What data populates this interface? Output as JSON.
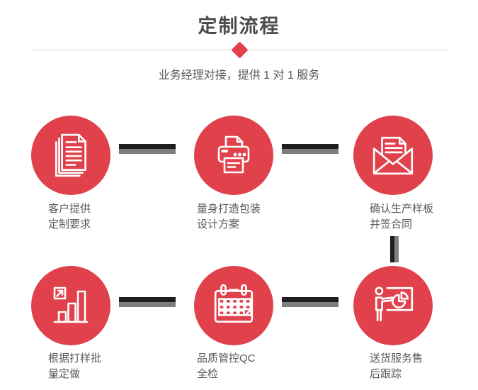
{
  "header": {
    "title": "定制流程",
    "subtitle": "业务经理对接，提供 1 对 1 服务"
  },
  "colors": {
    "accent_red": "#e0414b",
    "connector_black": "#1e1e1e",
    "connector_gray": "#7e7e7e",
    "title_text": "#4c4c4c",
    "body_text": "#595959",
    "divider": "#d4d4d4"
  },
  "steps": [
    {
      "icon": "documents-icon",
      "line1": "客户提供",
      "line2": "定制要求"
    },
    {
      "icon": "printer-icon",
      "line1": "量身打造包装",
      "line2": "设计方案"
    },
    {
      "icon": "envelope-letter-icon",
      "line1": "确认生产样板",
      "line2": "并签合同"
    },
    {
      "icon": "bar-chart-icon",
      "line1": "根据打样批",
      "line2": "量定做"
    },
    {
      "icon": "calendar-icon",
      "line1": "品质管控QC",
      "line2": "全检"
    },
    {
      "icon": "presentation-icon",
      "line1": "送货服务售",
      "line2": "后跟踪"
    }
  ]
}
